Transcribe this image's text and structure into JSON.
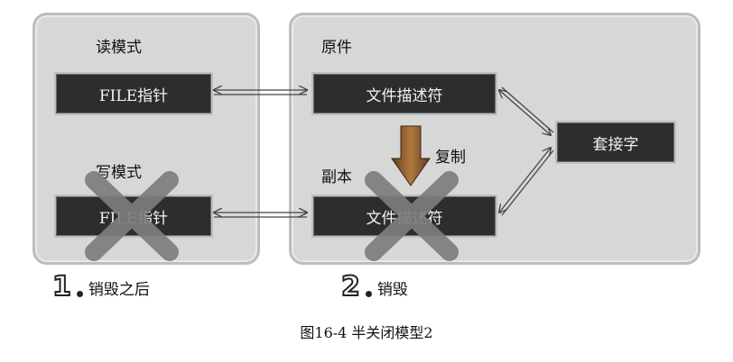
{
  "left_panel": {
    "read_mode_label": "读模式",
    "write_mode_label": "写模式",
    "file_pointer_1": "FILE指针",
    "file_pointer_2": "FILE指针"
  },
  "right_panel": {
    "original_label": "原件",
    "copy_label": "副本",
    "fd_1": "文件描述符",
    "fd_2": "文件描述符",
    "duplicate_label": "复制",
    "socket": "套接字"
  },
  "steps": [
    {
      "number": "1",
      "text": "销毁之后"
    },
    {
      "number": "2",
      "text": "销毁"
    }
  ],
  "caption": "图16-4   半关闭模型2",
  "colors": {
    "panel": "#d7d7d7",
    "box": "#2d2d2d",
    "cross": "#7d7d7d",
    "duplicate_arrow": "#8b5a2b"
  }
}
